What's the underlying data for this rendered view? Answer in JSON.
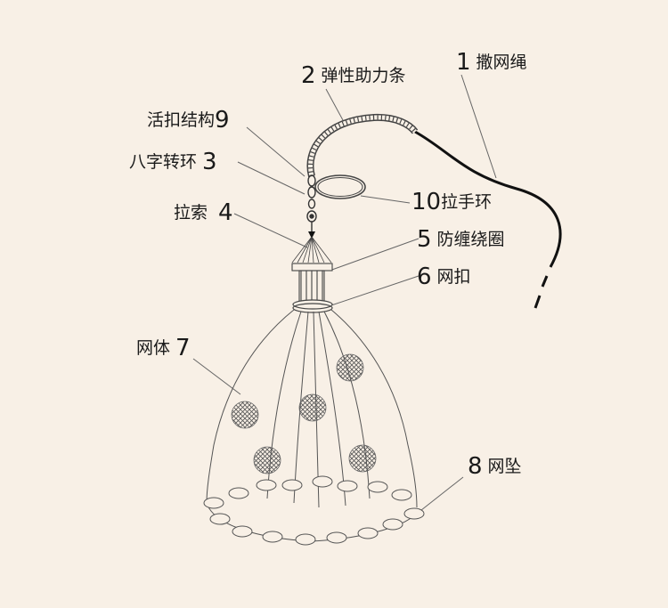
{
  "parts": [
    {
      "id": "rope",
      "number": "1",
      "name": "撒网绳"
    },
    {
      "id": "spring-bar",
      "number": "2",
      "name": "弹性助力条"
    },
    {
      "id": "swivel",
      "number": "3",
      "name": "八字转环"
    },
    {
      "id": "pull-cord",
      "number": "4",
      "name": "拉索"
    },
    {
      "id": "wrap-ring",
      "number": "5",
      "name": "防缠绕圈"
    },
    {
      "id": "net-buckle",
      "number": "6",
      "name": "网扣"
    },
    {
      "id": "net-body",
      "number": "7",
      "name": "网体"
    },
    {
      "id": "sinker",
      "number": "8",
      "name": "网坠"
    },
    {
      "id": "live-buckle",
      "number": "9",
      "name": "活扣结构"
    },
    {
      "id": "hand-ring",
      "number": "10",
      "name": "拉手环"
    }
  ],
  "colors": {
    "background": "#f8f0e6",
    "ink": "#1a1a1a",
    "line": "#666666"
  }
}
